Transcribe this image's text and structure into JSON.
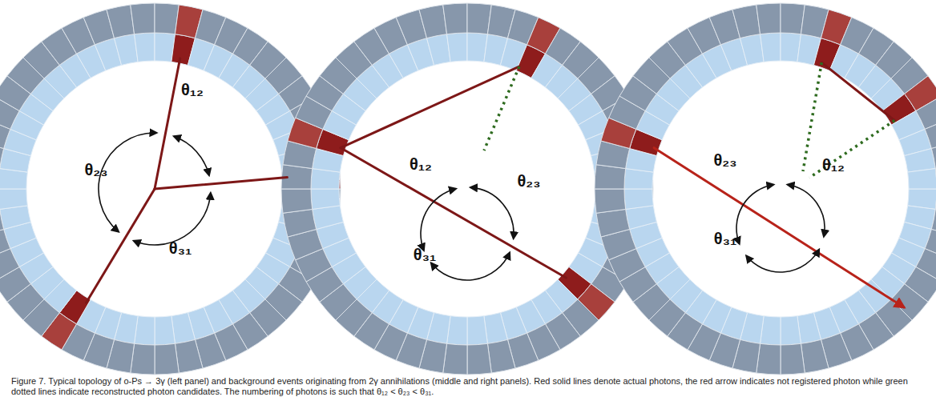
{
  "diagram": {
    "caption": "Figure 7. Typical topology of o-Ps → 3γ (left panel) and background events originating from 2γ annihilations (middle and right panels). Red solid lines denote actual photons, the red arrow indicates not registered photon while green dotted lines indicate reconstructed photon candidates. The numbering of photons is such that θ₁₂ < θ₂₃ < θ₃₁.",
    "labels": [
      "θ₁₂",
      "θ₂₃",
      "θ₃₁",
      "θ₁₂",
      "θ₂₃",
      "θ₃₁",
      "θ₂₃",
      "θ₁₂",
      "θ₃₁"
    ]
  }
}
